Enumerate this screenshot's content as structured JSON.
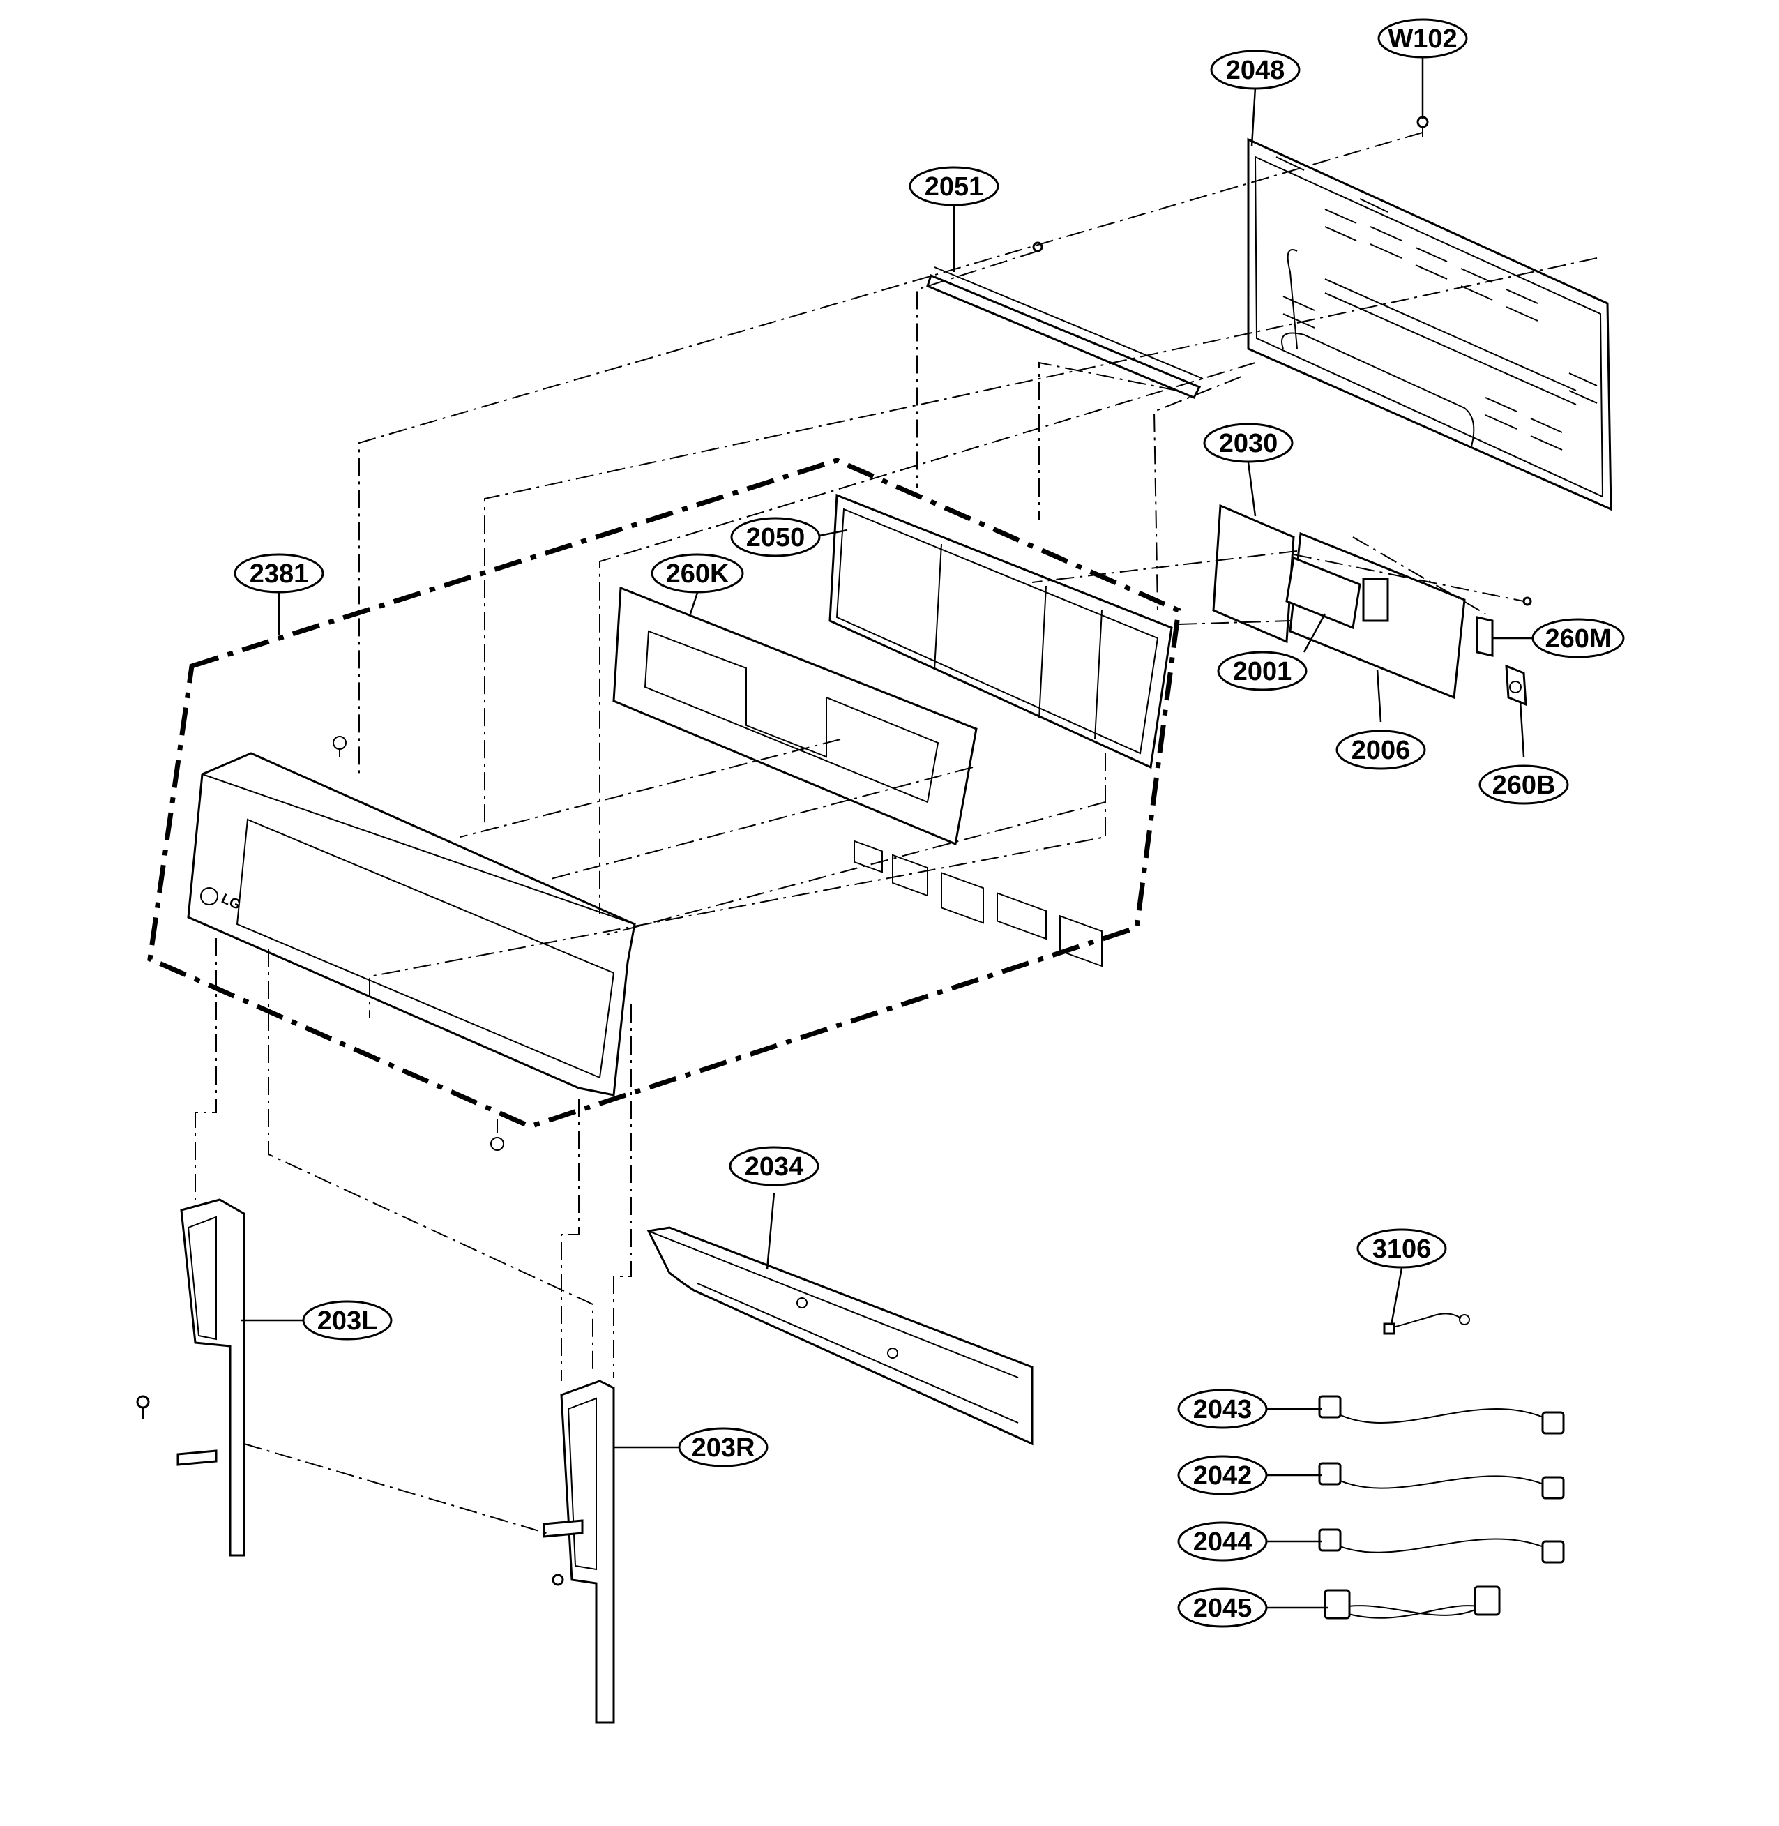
{
  "part_labels": {
    "w102": "W102",
    "p2048": "2048",
    "p2051": "2051",
    "p2030": "2030",
    "p2050": "2050",
    "p260K": "260K",
    "p2381": "2381",
    "p2001": "2001",
    "p260M": "260M",
    "p2006": "2006",
    "p260B": "260B",
    "p2034": "2034",
    "p3106": "3106",
    "p203L": "203L",
    "p2043": "2043",
    "p2042": "2042",
    "p203R": "203R",
    "p2044": "2044",
    "p2045": "2045"
  },
  "brand_logo": "LG"
}
